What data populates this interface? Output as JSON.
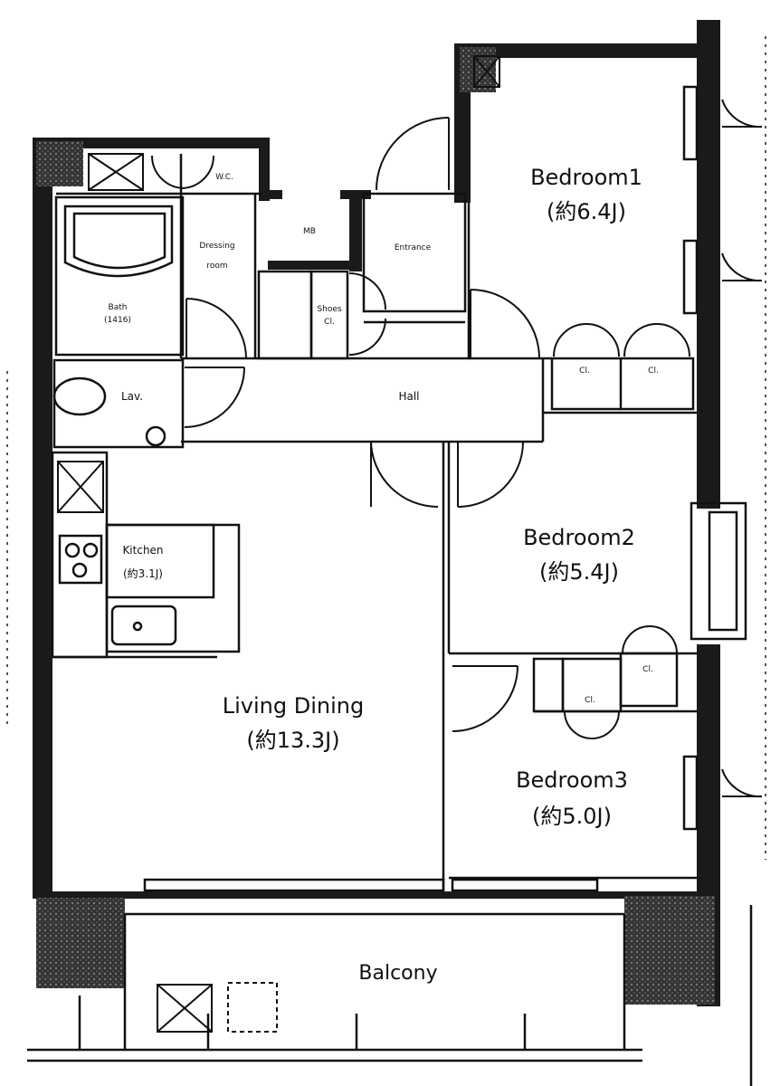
{
  "plan": {
    "rooms": {
      "bedroom1": {
        "name": "Bedroom1",
        "area": "(約6.4J)"
      },
      "bedroom2": {
        "name": "Bedroom2",
        "area": "(約5.4J)"
      },
      "bedroom3": {
        "name": "Bedroom3",
        "area": "(約5.0J)"
      },
      "living": {
        "name": "Living Dining",
        "area": "(約13.3J)"
      },
      "kitchen": {
        "name": "Kitchen",
        "area": "(約3.1J)"
      },
      "bath": {
        "name": "Bath",
        "area": "(1416)"
      },
      "dressing": {
        "name": "Dressing",
        "sub": "room"
      },
      "wc": {
        "name": "W.C."
      },
      "ms": {
        "name": "MB"
      },
      "entrance": {
        "name": "Entrance"
      },
      "shoes": {
        "name": "Shoes",
        "sub": "Cl."
      },
      "lav": {
        "name": "Lav."
      },
      "hall": {
        "name": "Hall"
      },
      "balcony": {
        "name": "Balcony"
      }
    },
    "closet_label": "Cl."
  }
}
